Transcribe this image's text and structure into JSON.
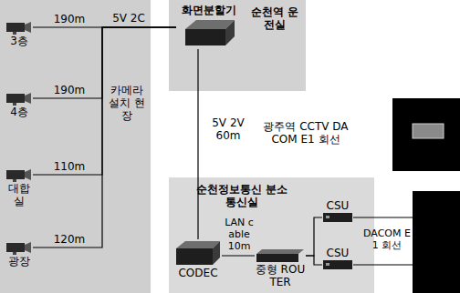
{
  "diagram": {
    "nodes": [
      {
        "text": [
          "카메라 설치 현장"
        ]
      },
      {
        "text": [
          "3층"
        ],
        "in": 0
      },
      {
        "text": [
          "4층"
        ],
        "in": 0
      },
      {
        "text": [
          "대합실"
        ],
        "in": 0
      },
      {
        "text": [
          "광장"
        ],
        "in": 0
      },
      {
        "text": [
          "순천역 운전실"
        ]
      },
      {
        "text": [
          "화면분할기"
        ],
        "in": 5
      },
      {
        "text": [
          "순천정보통신 분소 통신실"
        ]
      },
      {
        "text": [
          "CODEC"
        ],
        "in": 7
      },
      {
        "text": [
          "중형 ROUTER"
        ],
        "in": 7
      },
      {
        "text": [
          "CSU"
        ],
        "in": 7
      },
      {
        "text": [
          "CSU"
        ],
        "in": 7
      }
    ],
    "edges": [
      {
        "from": 1,
        "to": 6,
        "label": "190m",
        "arrow": "none"
      },
      {
        "from": 2,
        "to": 6,
        "label": "190m",
        "arrow": "none"
      },
      {
        "from": 3,
        "to": 6,
        "label": "110m",
        "arrow": "none"
      },
      {
        "from": 4,
        "to": 6,
        "label": "120m",
        "arrow": "none"
      },
      {
        "from": 6,
        "to": 8,
        "label": "5V 2V 60m",
        "arrow": "none"
      },
      {
        "from": 8,
        "to": 9,
        "label": "LAN cable 10m",
        "arrow": "none"
      },
      {
        "from": 9,
        "to": 10,
        "arrow": "none"
      },
      {
        "from": 9,
        "to": 11,
        "arrow": "none"
      }
    ],
    "labels": [
      "5V 2C",
      "광주역 CCTV DACOM E1 회선",
      "DACOM E1 회선"
    ]
  }
}
